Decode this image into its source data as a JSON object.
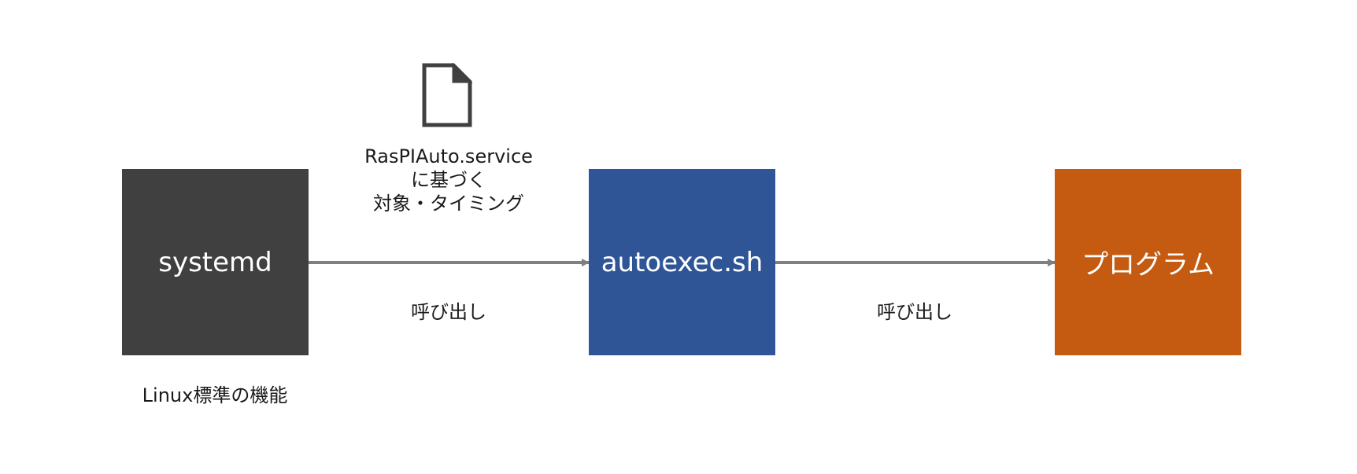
{
  "diagram": {
    "nodes": {
      "systemd": {
        "label": "systemd",
        "color": "#404040"
      },
      "autoexec": {
        "label": "autoexec.sh",
        "color": "#2f5597"
      },
      "program": {
        "label": "プログラム",
        "color": "#c55a11"
      }
    },
    "service_note": {
      "icon": "file-icon",
      "line1": "RasPIAuto.service",
      "line2": "に基づく",
      "line3": "対象・タイミング"
    },
    "edges": {
      "systemd_to_autoexec": {
        "label": "呼び出し"
      },
      "autoexec_to_program": {
        "label": "呼び出し"
      }
    },
    "footnote": "Linux標準の機能",
    "arrow_color": "#7f7f7f"
  }
}
